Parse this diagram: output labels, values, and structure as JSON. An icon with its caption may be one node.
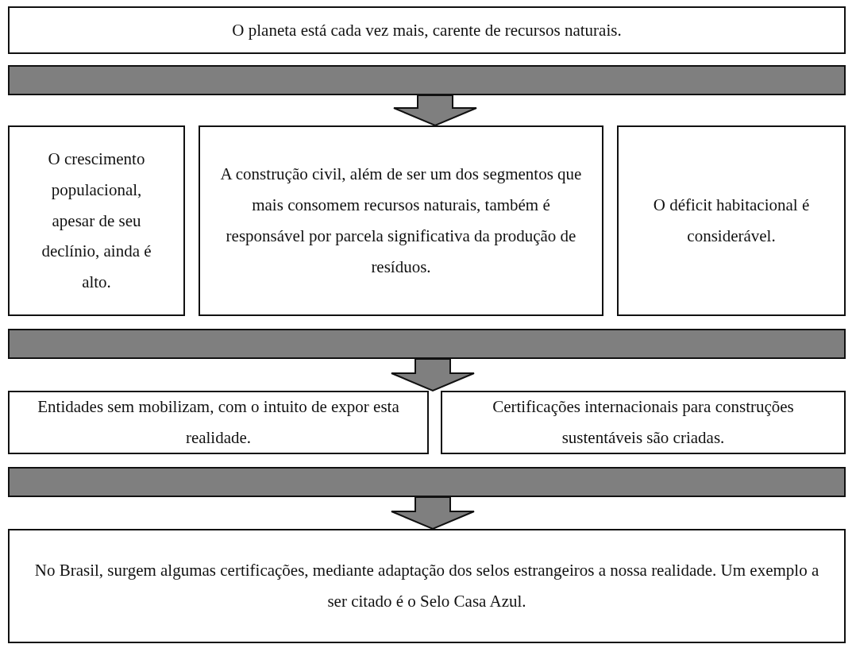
{
  "diagram": {
    "nodes": [
      {
        "text": [
          "O planeta está cada vez mais, carente de recursos naturais."
        ]
      },
      {
        "text": [],
        "shape": "bar"
      },
      {
        "text": [
          "O crescimento populacional, apesar de seu declínio, ainda é alto."
        ]
      },
      {
        "text": [
          "A construção civil, além de ser um dos segmentos que mais consomem recursos naturais, também é responsável por parcela significativa da produção de resíduos."
        ]
      },
      {
        "text": [
          "O déficit habitacional é considerável."
        ]
      },
      {
        "text": [],
        "shape": "bar"
      },
      {
        "text": [
          "Entidades sem mobilizam, com o intuito de expor esta realidade."
        ]
      },
      {
        "text": [
          "Certificações internacionais para construções sustentáveis são criadas."
        ]
      },
      {
        "text": [],
        "shape": "bar"
      },
      {
        "text": [
          "No Brasil, surgem algumas certificações, mediante adaptação dos selos estrangeiros a nossa realidade. Um exemplo a ser citado é o Selo Casa Azul."
        ]
      }
    ],
    "edges": [
      {
        "from": 1,
        "to": 3,
        "arrow": "to"
      },
      {
        "from": 5,
        "to": null,
        "arrow": "to"
      },
      {
        "from": 8,
        "to": 9,
        "arrow": "to"
      }
    ]
  }
}
